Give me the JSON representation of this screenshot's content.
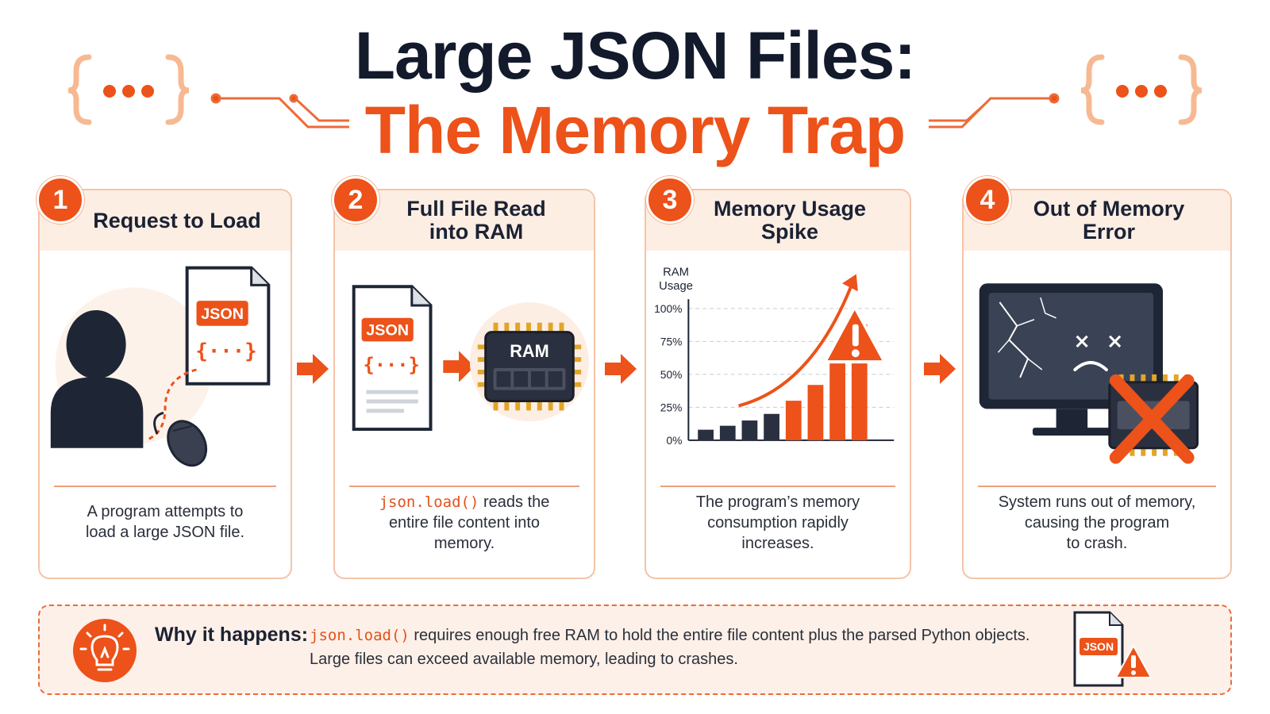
{
  "title": {
    "line1": "Large JSON Files:",
    "line2": "The Memory Trap",
    "accent_color": "#ec5219",
    "dark_color": "#121a2c"
  },
  "steps": [
    {
      "number": "1",
      "title": "Request to Load",
      "desc": "A program attempts to\nload a large JSON file.",
      "art": {
        "file_label": "JSON",
        "braces": "{···}"
      }
    },
    {
      "number": "2",
      "title": "Full File Read\ninto RAM",
      "desc_code": "json.load()",
      "desc_rest": " reads the\nentire file content into\nmemory.",
      "art": {
        "file_label": "JSON",
        "braces": "{···}",
        "chip_label": "RAM"
      }
    },
    {
      "number": "3",
      "title": "Memory Usage\nSpike",
      "desc": "The program’s memory\nconsumption rapidly\nincreases."
    },
    {
      "number": "4",
      "title": "Out of Memory\nError",
      "desc": "System runs out of memory,\ncausing the program\nto crash."
    }
  ],
  "chart_data": {
    "type": "bar",
    "ylabel": "RAM\nUsage",
    "yticks": [
      "100%",
      "75%",
      "50%",
      "25%",
      "0%"
    ],
    "ylim": [
      0,
      100
    ],
    "values": [
      8,
      11,
      15,
      20,
      30,
      42,
      62,
      88
    ],
    "grid": true,
    "annotation": "warning-triangle",
    "colors": {
      "low": "#2b3040",
      "high": "#ec5219"
    }
  },
  "why": {
    "label": "Why it happens:",
    "code": "json.load()",
    "line1_rest": " requires enough free RAM to hold the entire file content plus the parsed Python objects.",
    "line2": "Large files can exceed available memory, leading to crashes.",
    "file_label": "JSON"
  },
  "decor": {
    "left_braces": "{•••}",
    "right_braces": "{•••}"
  }
}
